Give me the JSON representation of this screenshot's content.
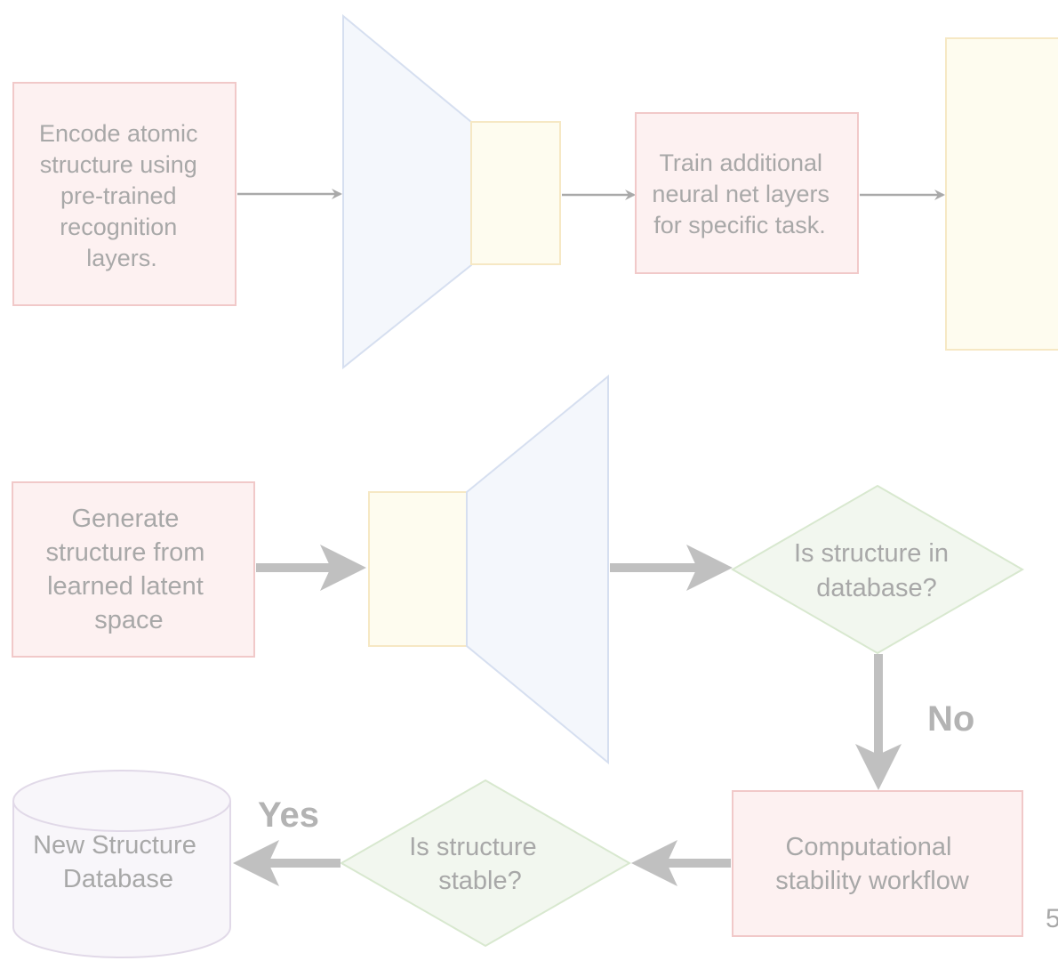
{
  "colors": {
    "process_fill": "#fdf1f1",
    "process_stroke": "#f1c9c9",
    "latent_fill": "#fefcef",
    "latent_stroke": "#f6e8c4",
    "network_fill": "#f4f7fc",
    "network_stroke": "#d6dff0",
    "decision_fill": "#f2f7ef",
    "decision_stroke": "#d8e8cf",
    "database_fill": "#f8f6fa",
    "database_stroke": "#e1d9e8",
    "arrow_thin": "#a9a9a9",
    "arrow_thick": "#c0c0c0",
    "text": "#a8a8a8"
  },
  "top_flow": {
    "encode_box": {
      "lines": [
        "Encode atomic",
        "structure using",
        "pre-trained",
        "recognition",
        "layers."
      ]
    },
    "train_box": {
      "lines": [
        "Train additional",
        "neural net layers",
        "for specific task."
      ]
    }
  },
  "bottom_flow": {
    "generate_box": {
      "lines": [
        "Generate",
        "structure from",
        "learned latent",
        "space"
      ]
    },
    "decision_database": {
      "lines": [
        "Is structure in",
        "database?"
      ]
    },
    "no_label": "No",
    "workflow_box": {
      "lines": [
        "Computational",
        "stability workflow"
      ]
    },
    "decision_stable": {
      "lines": [
        "Is structure",
        "stable?"
      ]
    },
    "yes_label": "Yes",
    "database": {
      "lines": [
        "New Structure",
        "Database"
      ]
    }
  },
  "page_number": "5"
}
